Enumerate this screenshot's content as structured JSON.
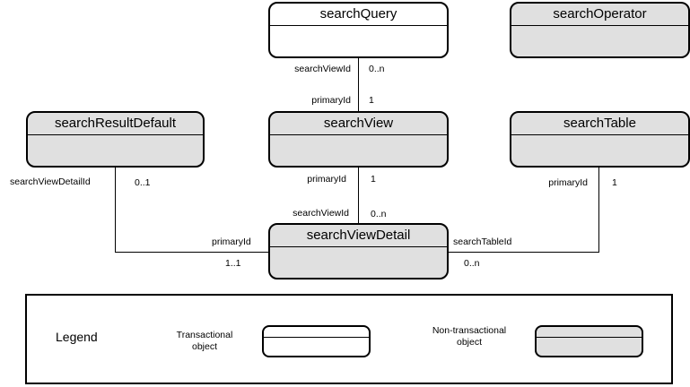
{
  "entities": {
    "search_query": "searchQuery",
    "search_operator": "searchOperator",
    "search_result_default": "searchResultDefault",
    "search_view": "searchView",
    "search_table": "searchTable",
    "search_view_detail": "searchViewDetail"
  },
  "relations": {
    "query_view": {
      "from_field": "searchViewId",
      "from_card": "0..n",
      "to_field": "primaryId",
      "to_card": "1"
    },
    "view_detail": {
      "from_field": "primaryId",
      "from_card": "1",
      "to_field": "searchViewId",
      "to_card": "0..n"
    },
    "result_detail": {
      "from_field": "searchViewDetailId",
      "from_card": "0..1",
      "to_field": "primaryId",
      "to_card": "1..1"
    },
    "table_detail": {
      "from_field": "primaryId",
      "from_card": "1",
      "to_field": "searchTableId",
      "to_card": "0..n"
    }
  },
  "legend": {
    "title": "Legend",
    "transactional_line1": "Transactional",
    "transactional_line2": "object",
    "non_transactional_line1": "Non-transactional",
    "non_transactional_line2": "object"
  },
  "colors": {
    "transactional_fill": "#ffffff",
    "non_transactional_fill": "#e0e0e0",
    "line": "#000000"
  }
}
